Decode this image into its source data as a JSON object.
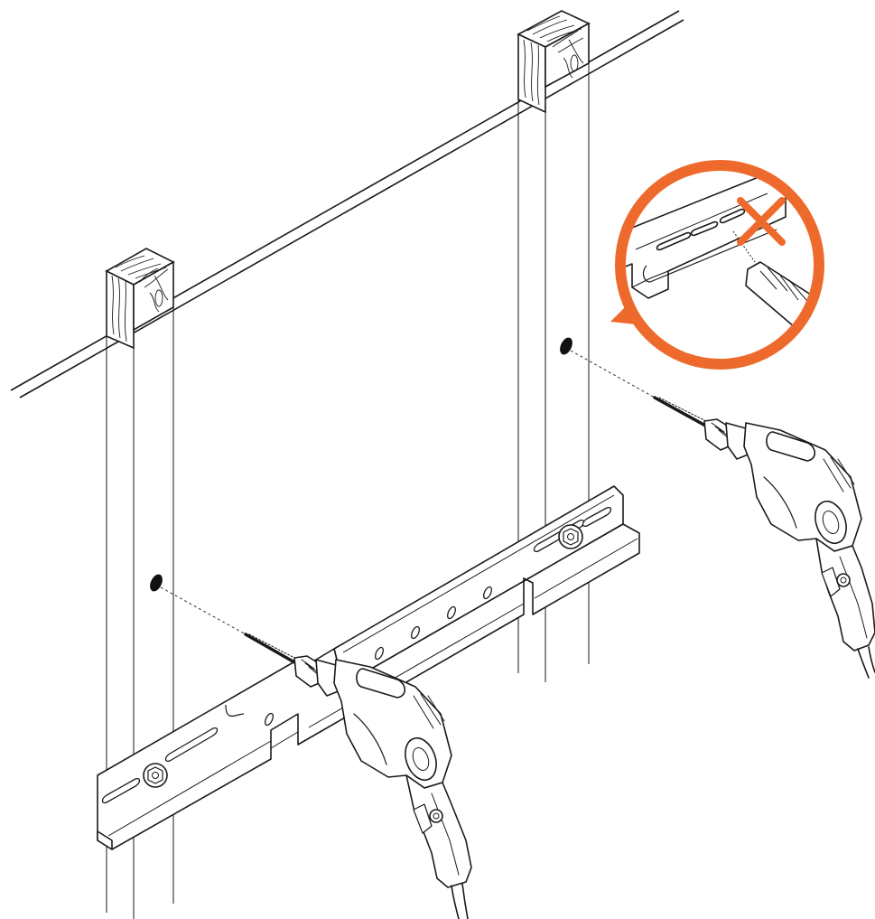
{
  "illustration": {
    "colors": {
      "line": "#1a1a1a",
      "accent": "#ee6a2c",
      "background": "#ffffff",
      "drill_body": "#ffffff"
    },
    "callout": {
      "symbol": "cross",
      "meaning": "do-not-drill-through-bracket"
    },
    "icons": [
      "wall-stud",
      "wall-bracket",
      "power-drill",
      "drill-bit",
      "pilot-hole",
      "warning-callout",
      "cross-mark"
    ]
  }
}
